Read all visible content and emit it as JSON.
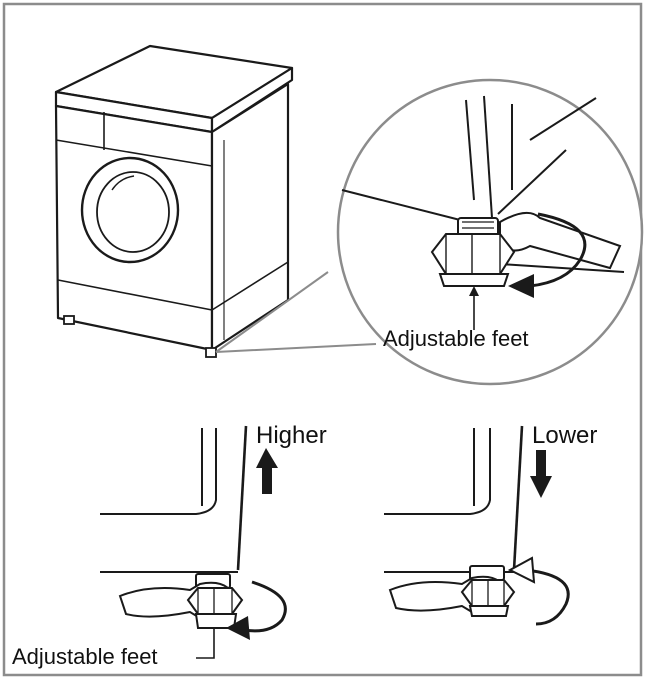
{
  "labels": {
    "magnified_feet": "Adjustable feet",
    "higher": "Higher",
    "lower": "Lower",
    "bottom_feet": "Adjustable feet"
  },
  "colors": {
    "line": "#1a1a1a",
    "border": "#8c8c8c",
    "fill": "#ffffff"
  },
  "icons": {
    "higher_arrow": "arrow-up-icon",
    "lower_arrow": "arrow-down-icon",
    "rotate_arrow": "curved-arrow-icon"
  }
}
